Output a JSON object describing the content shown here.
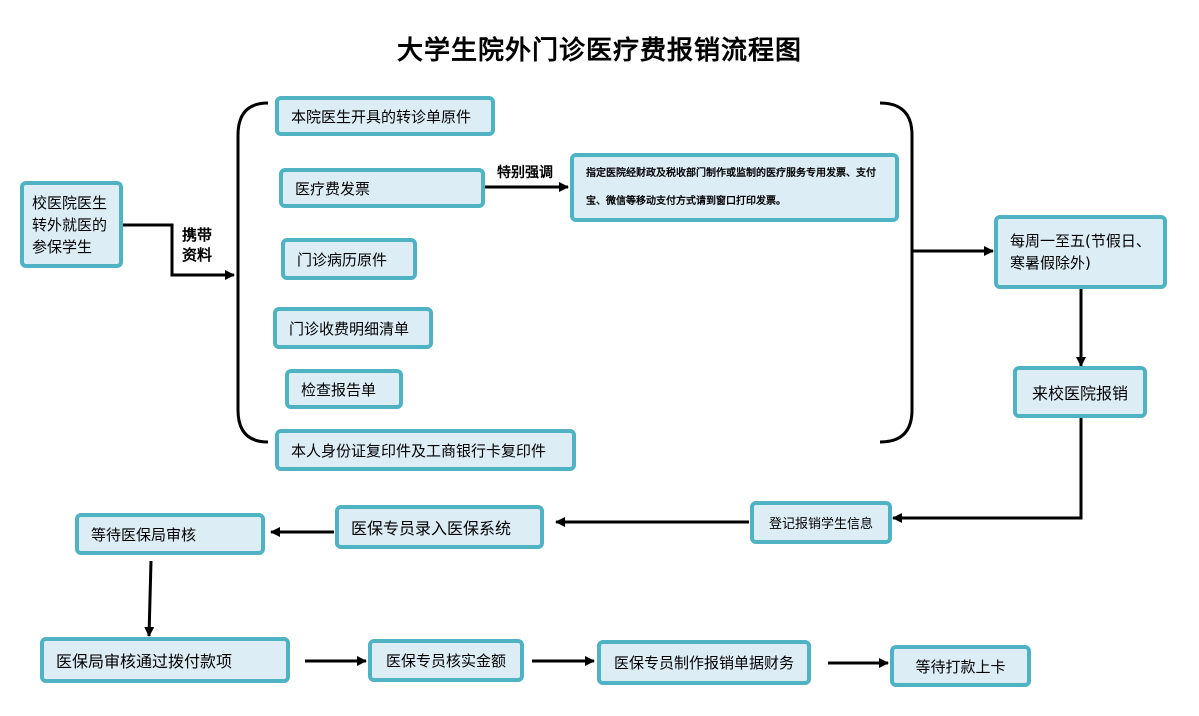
{
  "title": "大学生院外门诊医疗费报销流程图",
  "nodes": {
    "student": "校医院医生转外就医的参保学生",
    "docs": [
      "本院医生开具的转诊单原件",
      "医疗费发票",
      "门诊病历原件",
      "门诊收费明细清单",
      "检查报告单",
      "本人身份证复印件及工商银行卡复印件"
    ],
    "invoice_note": "指定医院经财政及税收部门制作或监制的医疗服务专用发票、支付宝、微信等移动支付方式请到窗口打印发票。",
    "weekday": "每周一至五(节假日、寒暑假除外)",
    "come_school": "来校医院报销",
    "register": "登记报销学生信息",
    "enter_system": "医保专员录入医保系统",
    "wait_review": "等待医保局审核",
    "approved": "医保局审核通过拨付款项",
    "verify_amount": "医保专员核实金额",
    "make_docs": "医保专员制作报销单据财务",
    "wait_card": "等待打款上卡"
  },
  "labels": {
    "carry": "携带资料",
    "emphasis": "特别强调"
  }
}
